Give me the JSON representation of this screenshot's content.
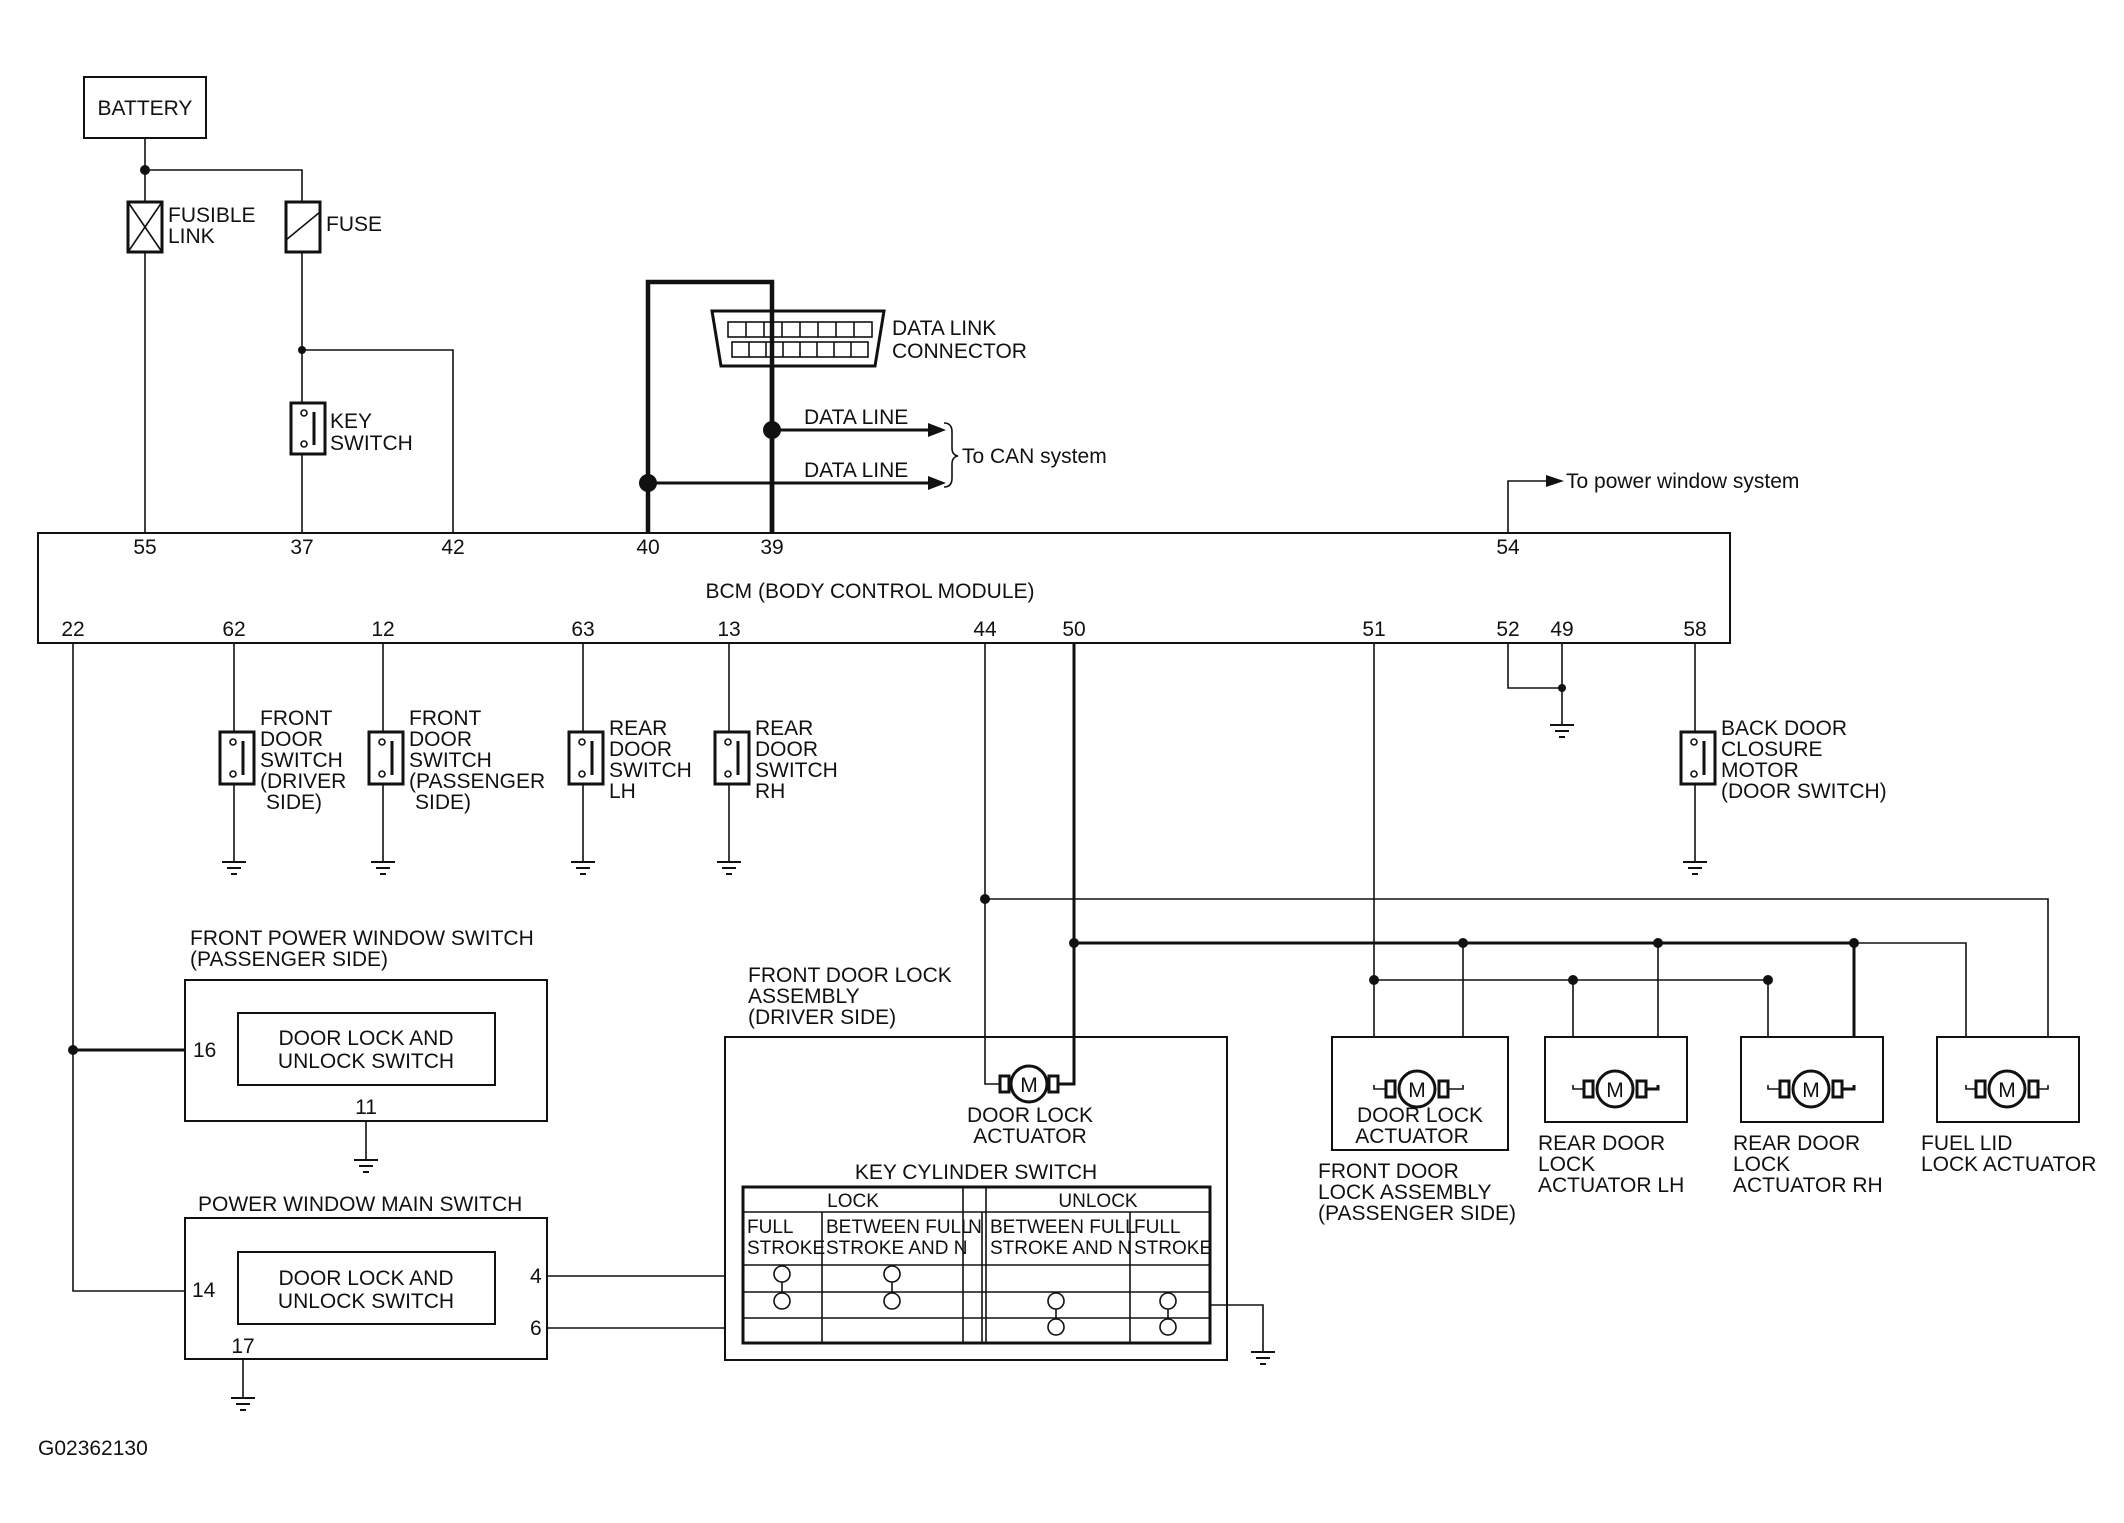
{
  "battery": "BATTERY",
  "fusible_link": [
    "FUSIBLE",
    "LINK"
  ],
  "fuse": "FUSE",
  "key_switch": [
    "KEY",
    "SWITCH"
  ],
  "data_link_connector": [
    "DATA LINK",
    "CONNECTOR"
  ],
  "data_line_1": "DATA LINE",
  "data_line_2": "DATA LINE",
  "to_can": "To CAN system",
  "to_power_window": "To power window system",
  "bcm_label": "BCM (BODY CONTROL MODULE)",
  "bcm_top_pins": [
    "55",
    "37",
    "42",
    "40",
    "39",
    "54"
  ],
  "bcm_bottom_pins": [
    "22",
    "62",
    "12",
    "63",
    "13",
    "44",
    "50",
    "51",
    "52",
    "49",
    "58"
  ],
  "switches": {
    "front_driver": [
      "FRONT",
      "DOOR",
      "SWITCH",
      "(DRIVER",
      "SIDE)"
    ],
    "front_passenger": [
      "FRONT",
      "DOOR",
      "SWITCH",
      "(PASSENGER",
      "SIDE)"
    ],
    "rear_lh": [
      "REAR",
      "DOOR",
      "SWITCH",
      "LH"
    ],
    "rear_rh": [
      "REAR",
      "DOOR",
      "SWITCH",
      "RH"
    ],
    "back_door": [
      "BACK DOOR",
      "CLOSURE",
      "MOTOR",
      "(DOOR SWITCH)"
    ]
  },
  "front_pw_switch": {
    "title": [
      "FRONT POWER WINDOW SWITCH",
      "(PASSENGER SIDE)"
    ],
    "inner": [
      "DOOR LOCK AND",
      "UNLOCK SWITCH"
    ],
    "pin_in": "16",
    "pin_gnd": "11"
  },
  "pw_main_switch": {
    "title": "POWER WINDOW MAIN SWITCH",
    "inner": [
      "DOOR LOCK AND",
      "UNLOCK SWITCH"
    ],
    "pin_in": "14",
    "pin_4": "4",
    "pin_6": "6",
    "pin_gnd": "17"
  },
  "front_door_lock_driver": {
    "title": [
      "FRONT DOOR LOCK",
      "ASSEMBLY",
      "(DRIVER SIDE)"
    ],
    "actuator": [
      "DOOR LOCK",
      "ACTUATOR"
    ]
  },
  "key_cylinder": {
    "title": "KEY CYLINDER SWITCH",
    "lock": "LOCK",
    "unlock": "UNLOCK",
    "n": "N",
    "full1": [
      "FULL",
      "STROKE"
    ],
    "between1": [
      "BETWEEN FULL",
      "STROKE AND N"
    ],
    "between2": [
      "BETWEEN FULL",
      "STROKE AND N"
    ],
    "full2": [
      "FULL",
      "STROKE"
    ]
  },
  "actuators": {
    "front_passenger": {
      "inner": [
        "DOOR LOCK",
        "ACTUATOR"
      ],
      "below": [
        "FRONT DOOR",
        "LOCK ASSEMBLY",
        "(PASSENGER SIDE)"
      ]
    },
    "rear_lh": [
      "REAR DOOR",
      "LOCK",
      "ACTUATOR LH"
    ],
    "rear_rh": [
      "REAR DOOR",
      "LOCK",
      "ACTUATOR RH"
    ],
    "fuel_lid": [
      "FUEL LID",
      "LOCK ACTUATOR"
    ]
  },
  "motor_symbol": "M",
  "figure_id": "G02362130"
}
